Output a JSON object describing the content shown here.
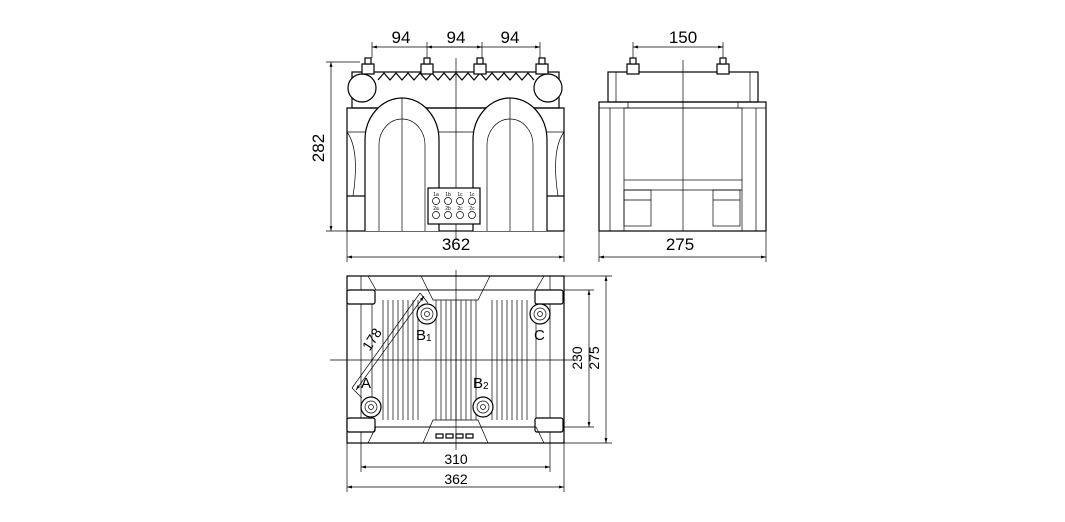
{
  "dimensions": {
    "front_top_1": "94",
    "front_top_2": "94",
    "front_top_3": "94",
    "front_height": "282",
    "front_width": "362",
    "side_top": "150",
    "side_width": "275",
    "plan_diagonal": "178",
    "plan_inner_height": "230",
    "plan_outer_height": "275",
    "plan_inner_width": "310",
    "plan_outer_width": "362"
  },
  "terminals": {
    "a_label": "A",
    "b1_main": "B",
    "b1_sub": "1",
    "b2_main": "B",
    "b2_sub": "2",
    "c_label": "C"
  },
  "terminal_block": {
    "top_row": [
      "1a",
      "1b",
      "1c",
      "1c"
    ],
    "bottom_row": [
      "2a",
      "2b",
      "2c",
      "2c"
    ]
  }
}
